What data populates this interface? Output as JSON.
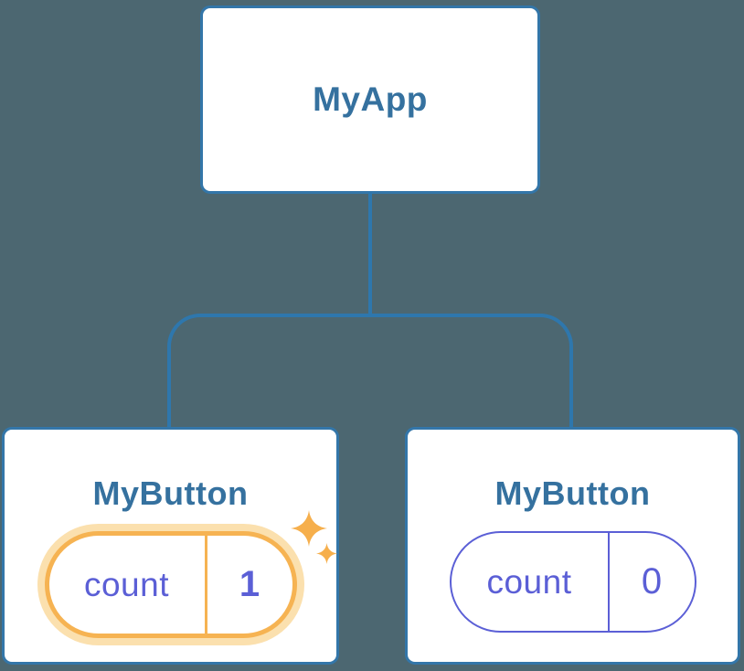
{
  "diagram": {
    "type": "component-tree",
    "root": {
      "label": "MyApp"
    },
    "children": [
      {
        "label": "MyButton",
        "state": {
          "key": "count",
          "value": "1"
        },
        "highlighted": true
      },
      {
        "label": "MyButton",
        "state": {
          "key": "count",
          "value": "0"
        },
        "highlighted": false
      }
    ]
  },
  "icons": {
    "sparkle_large": "sparkle-icon",
    "sparkle_small": "sparkle-icon"
  },
  "colors": {
    "background": "#4C6771",
    "card_bg": "#FFFFFF",
    "card_border": "#3376A9",
    "label_text": "#35719F",
    "connector": "#2E77AD",
    "state_text": "#5B5FD6",
    "state_pill_border": "#5B5FD6",
    "highlight_border": "#F6B352",
    "highlight_glow": "#FBE0AE",
    "sparkle": "#F6AF4C"
  }
}
